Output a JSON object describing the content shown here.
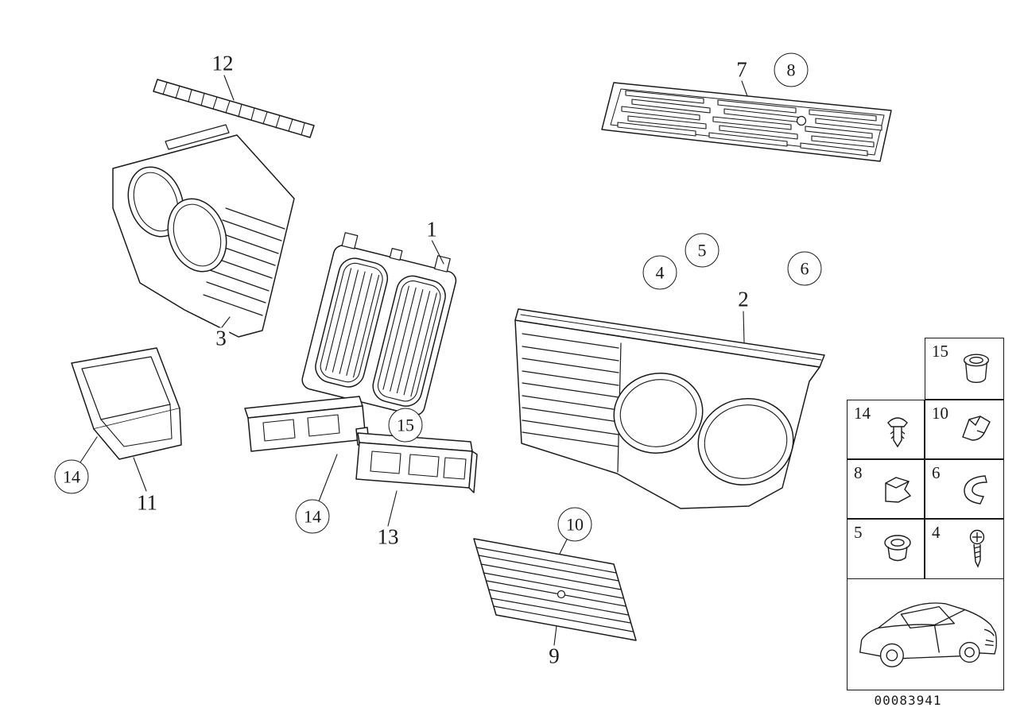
{
  "diagram": {
    "drawing_number": "00083941",
    "colors": {
      "background": "#ffffff",
      "line": "#1a1a1a"
    },
    "callouts": [
      {
        "text": "12",
        "circled": false
      },
      {
        "text": "3",
        "circled": false
      },
      {
        "text": "1",
        "circled": false
      },
      {
        "text": "7",
        "circled": false
      },
      {
        "text": "8",
        "circled": true
      },
      {
        "text": "4",
        "circled": true
      },
      {
        "text": "5",
        "circled": true
      },
      {
        "text": "6",
        "circled": true
      },
      {
        "text": "2",
        "circled": false
      },
      {
        "text": "14",
        "circled": true
      },
      {
        "text": "11",
        "circled": false
      },
      {
        "text": "15",
        "circled": true
      },
      {
        "text": "14",
        "circled": true
      },
      {
        "text": "13",
        "circled": false
      },
      {
        "text": "10",
        "circled": true
      },
      {
        "text": "9",
        "circled": false
      }
    ],
    "legend": {
      "cells": [
        {
          "number": "15",
          "icon": "grommet-icon"
        },
        {
          "number": "14",
          "icon": "expansion-rivet-icon"
        },
        {
          "number": "10",
          "icon": "sheet-clip-icon"
        },
        {
          "number": "8",
          "icon": "clamp-icon"
        },
        {
          "number": "6",
          "icon": "spring-clip-icon"
        },
        {
          "number": "5",
          "icon": "grommet-icon"
        },
        {
          "number": "4",
          "icon": "screw-icon"
        }
      ]
    }
  }
}
